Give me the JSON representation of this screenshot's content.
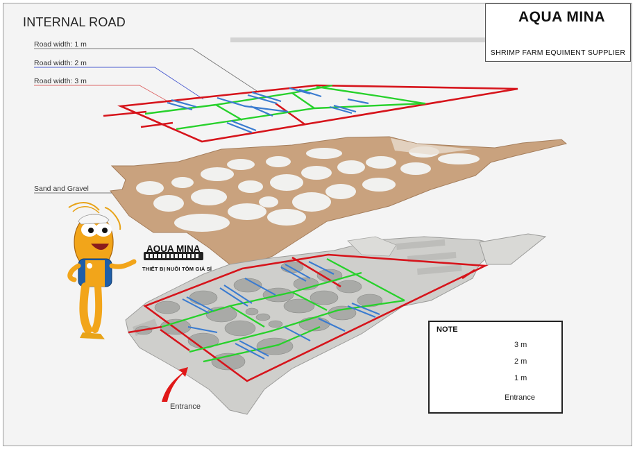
{
  "title": "INTERNAL ROAD",
  "brand": {
    "name": "AQUA MINA",
    "tagline": "SHRIMP FARM EQUIMENT SUPPLIER",
    "mascot_logo": "AQUA MINA",
    "mascot_subtitle": "THIẾT BỊ NUÔI TÔM GIÁ SỈ"
  },
  "labels": {
    "road_1m": "Road width: 1 m",
    "road_2m": "Road width: 2 m",
    "road_3m": "Road width: 3 m",
    "sand_gravel": "Sand and Gravel",
    "entrance": "Entrance"
  },
  "note": {
    "title": "NOTE",
    "items": [
      {
        "label": "3 m",
        "color": "#d6141b"
      },
      {
        "label": "2 m",
        "color": "#27d12b"
      },
      {
        "label": "1 m",
        "color": "#3a7bd0"
      },
      {
        "label": "Entrance",
        "color": "#e01818"
      }
    ]
  },
  "colors": {
    "road_3m": "#d6141b",
    "road_2m": "#27d12b",
    "road_1m": "#3a7bd0",
    "sand": "#c9a27e",
    "slab": "#cfcfcc",
    "mascot": "#f2a51a"
  }
}
